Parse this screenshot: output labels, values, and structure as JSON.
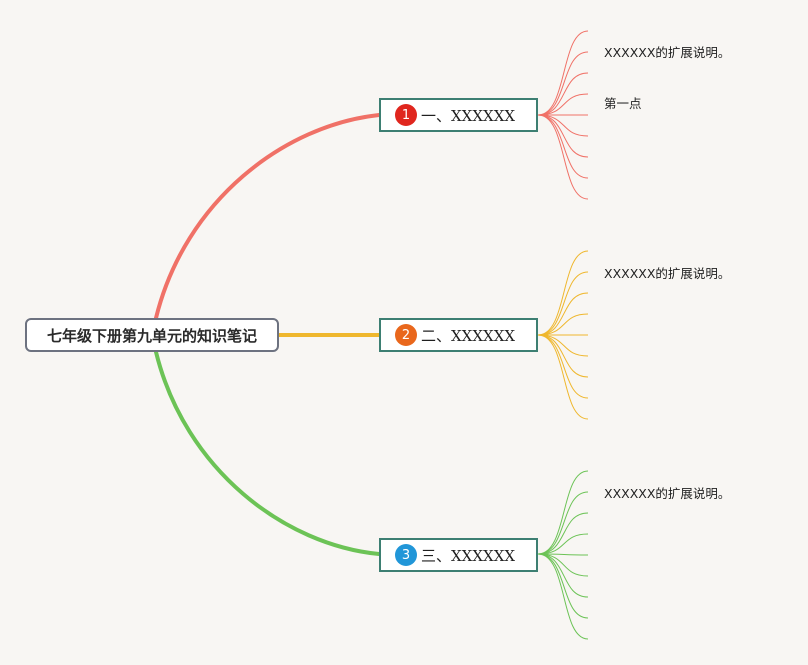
{
  "root": {
    "title": "七年级下册第九单元的知识笔记"
  },
  "branches": [
    {
      "number": "1",
      "label": "一、XXXXXX",
      "color": "#f07167",
      "badge_color": "#e0261e",
      "notes": [
        "XXXXXX的扩展说明。",
        "第一点"
      ]
    },
    {
      "number": "2",
      "label": "二、XXXXXX",
      "color": "#efb72d",
      "badge_color": "#e9671c",
      "notes": [
        "XXXXXX的扩展说明。"
      ]
    },
    {
      "number": "3",
      "label": "三、XXXXXX",
      "color": "#6cc356",
      "badge_color": "#2196d8",
      "notes": [
        "XXXXXX的扩展说明。"
      ]
    }
  ]
}
